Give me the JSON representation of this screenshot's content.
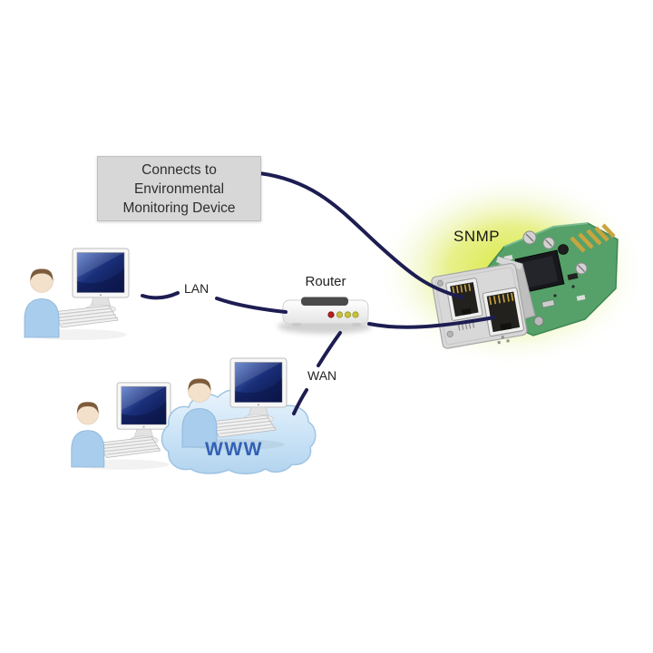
{
  "diagram": {
    "title_box": {
      "lines": [
        "Connects to",
        "Environmental",
        "Monitoring Device"
      ]
    },
    "labels": {
      "snmp": "SNMP",
      "router": "Router",
      "lan": "LAN",
      "wan": "WAN",
      "www": "WWW"
    },
    "nodes": [
      {
        "name": "environmental-monitoring-box",
        "type": "label-box"
      },
      {
        "name": "snmp-card",
        "type": "device",
        "features": [
          "green PCB",
          "two RJ45 ports",
          "gold edge connector",
          "yellow glow"
        ]
      },
      {
        "name": "router",
        "type": "device",
        "leds": [
          "red",
          "yellow",
          "yellow",
          "yellow"
        ]
      },
      {
        "name": "lan-user",
        "type": "user-with-computer"
      },
      {
        "name": "www-cloud",
        "type": "cloud",
        "users": 2
      }
    ],
    "connections": [
      {
        "from": "environmental-monitoring-box",
        "to": "snmp-card-port-1"
      },
      {
        "from": "router",
        "to": "snmp-card-port-2"
      },
      {
        "from": "lan-user",
        "to": "router",
        "label": "LAN"
      },
      {
        "from": "router",
        "to": "www-cloud",
        "label": "WAN"
      }
    ]
  },
  "colors": {
    "connection_line": "#1d1d52",
    "glow": "#d8e735",
    "pcb_green": "#55a169",
    "gold_fingers": "#c9a53f",
    "faceplate_gray": "#d8d8d8",
    "port_dark": "#23211d",
    "cloud_fill": "#cde5f7",
    "www_text": "#3260b4",
    "shirt_blue": "#a9cdec",
    "screen_blue": "#1a2f7a",
    "led_red": "#b42020",
    "led_yellow": "#c6c23c",
    "box_bg": "#d7d7d7"
  }
}
